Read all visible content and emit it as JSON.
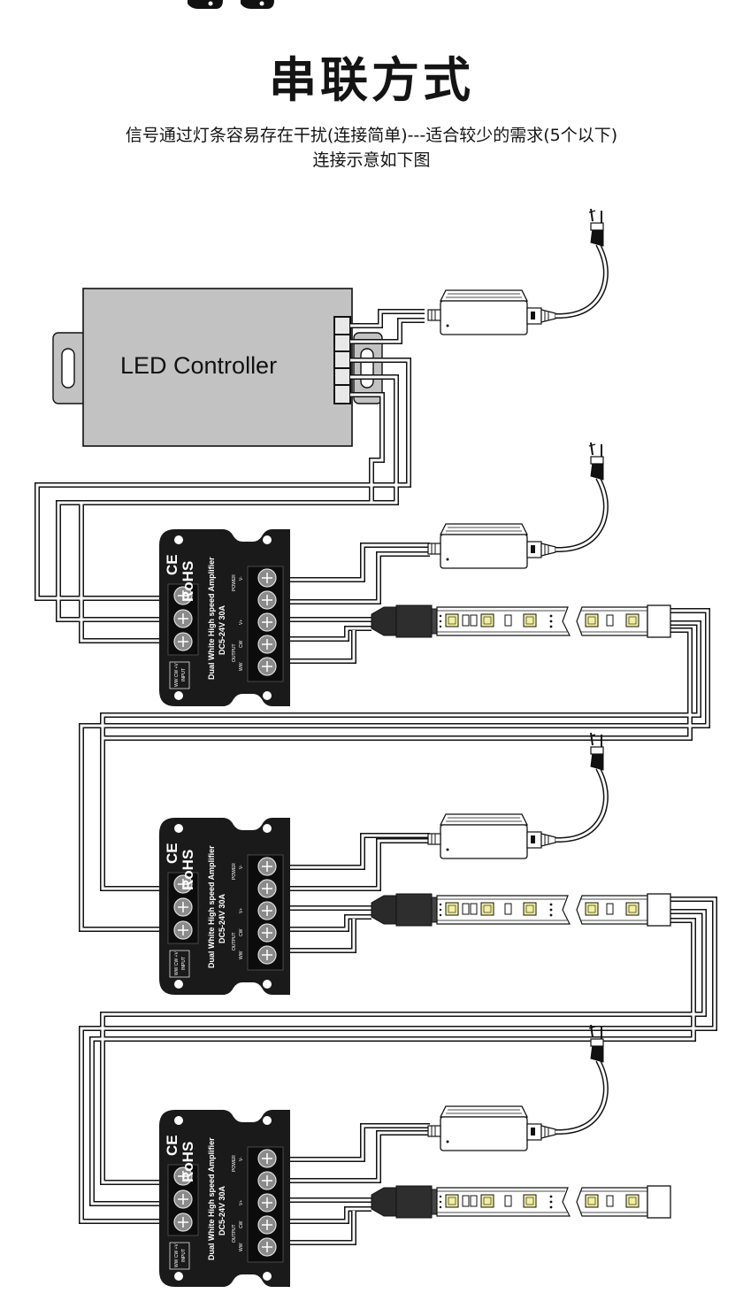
{
  "header": {
    "title": "串联方式",
    "subtitle_line1": "信号通过灯条容易存在干扰(连接简单)---适合较少的需求(5个以下)",
    "subtitle_line2": "连接示意如下图"
  },
  "controller": {
    "label": "LED Controller"
  },
  "amplifier": {
    "certification": "RoHS",
    "ce_mark": "CE",
    "model_line1": "Dual White High speed Amplifier",
    "model_line2": "DC5-24V 30A",
    "terminal_output": "OUTPUT",
    "terminal_power": "POWER",
    "pin_ww": "WW",
    "pin_cw": "CW",
    "pin_vplus": "V+",
    "pin_vminus": "V-",
    "input_badge": "WW CW +V",
    "input_badge2": "INPUT"
  },
  "colors": {
    "controller_body": "#c2c2c2",
    "amplifier_body": "#1a1a1a",
    "led_chip": "#f2f0a0",
    "wire": "#111111"
  }
}
